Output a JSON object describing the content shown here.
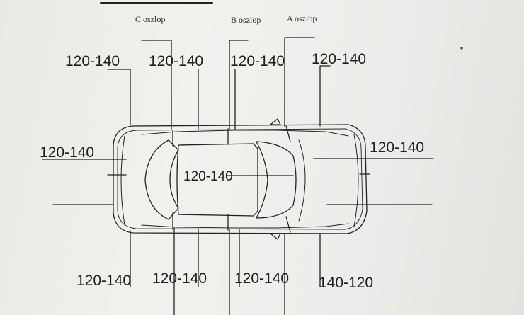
{
  "pillars": {
    "c": "C oszlop",
    "b": "B oszlop",
    "a": "A oszlop"
  },
  "values": {
    "top_1": "120-140",
    "top_2": "120-140",
    "top_3": "120-140",
    "top_4": "120-140",
    "rear": "120-140",
    "roof": "120-140",
    "front": "120-140",
    "bottom_1": "120-140",
    "bottom_2": "120-140",
    "bottom_3": "120-140",
    "bottom_4": "140-120"
  }
}
